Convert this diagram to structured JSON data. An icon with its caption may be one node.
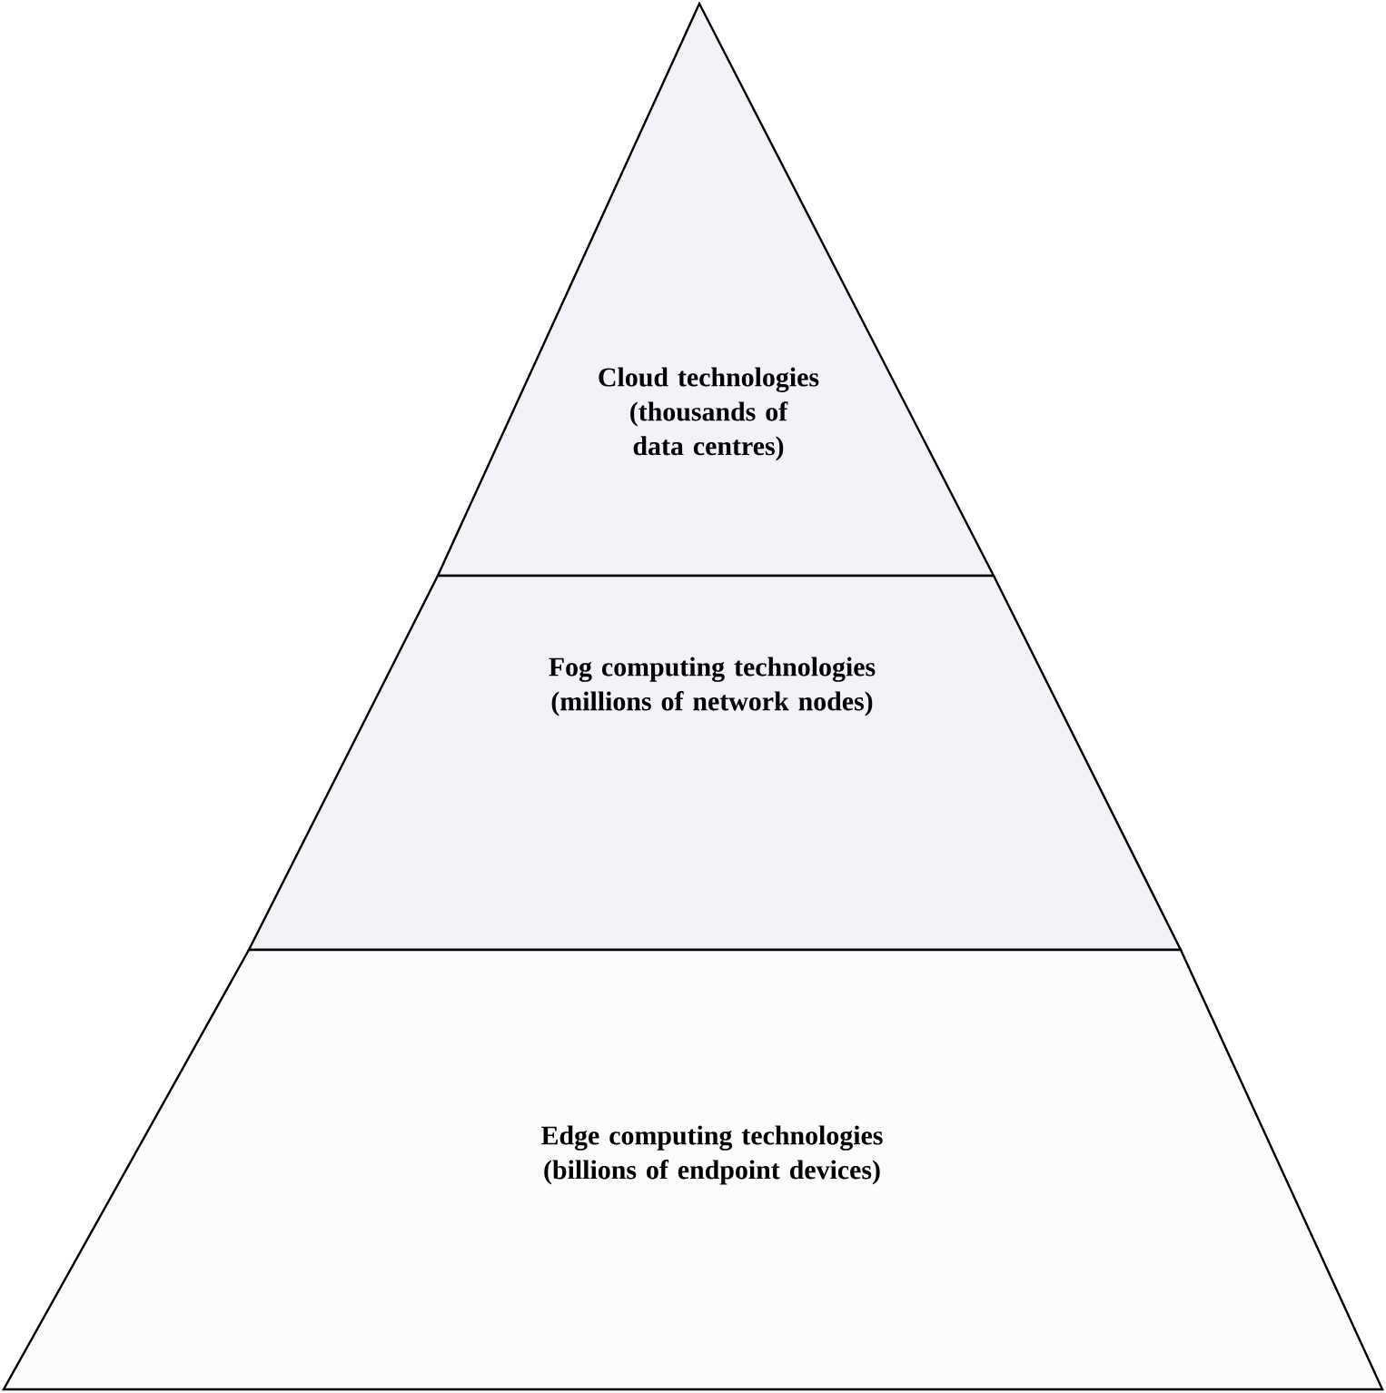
{
  "diagram": {
    "nodes": [
      {
        "text": [
          "Cloud technologies (thousands of data centres)"
        ]
      },
      {
        "text": [
          "Fog computing technologies (millions of network nodes)"
        ]
      },
      {
        "text": [
          "Edge computing technologies (billions of endpoint devices)"
        ]
      }
    ]
  }
}
